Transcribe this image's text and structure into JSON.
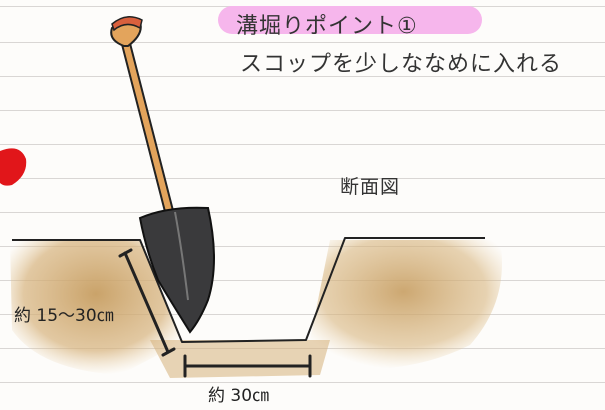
{
  "title": "溝堀りポイント①",
  "subtitle": "スコップを少しななめに入れる",
  "section_label": "断面図",
  "depth_label": "約 15〜30㎝",
  "width_label": "約 30㎝",
  "colors": {
    "title_highlight": "#f6b6ec",
    "soil": "#c9a56e",
    "shovel_blade": "#3a3a3c",
    "shovel_handle": "#e3a45c",
    "grip": "#d9603d",
    "marker": "#e1161a"
  },
  "icons": {
    "shovel": "shovel-icon",
    "marker": "red-marker-icon"
  }
}
